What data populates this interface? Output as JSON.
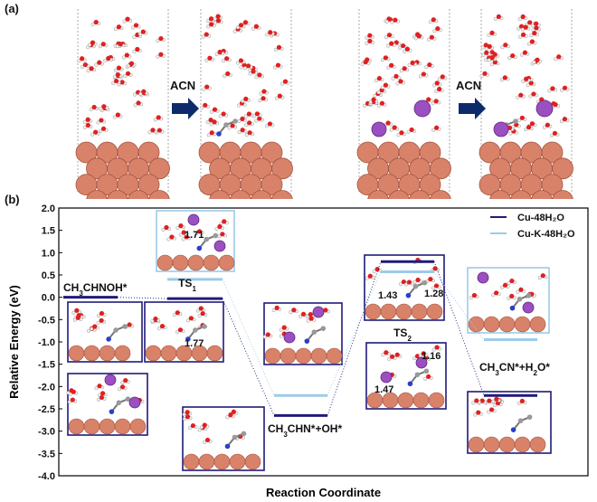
{
  "panel_a": {
    "tag": "(a)",
    "arrow_labels": [
      "ACN",
      "ACN"
    ],
    "structures": [
      {
        "name": "cu-water",
        "potassium": 0,
        "adsorbate": false
      },
      {
        "name": "cu-water-acn",
        "potassium": 0,
        "adsorbate": true
      },
      {
        "name": "cu-k-water",
        "potassium": 2,
        "adsorbate": false
      },
      {
        "name": "cu-k-water-acn",
        "potassium": 2,
        "adsorbate": true
      }
    ]
  },
  "panel_b": {
    "tag": "(b)",
    "colors": {
      "cu_48h2o": "#1f1a7a",
      "cu_k_48h2o": "#9ccbe8",
      "copper": "#d9826a",
      "potassium": "#9b4fc1",
      "oxygen": "#e02020",
      "nitrogen": "#2a3fc9",
      "hydrogen": "#f2f2f2"
    },
    "image_labels": {
      "ts1_dist": "1.71",
      "left_dist": "1.77",
      "ts2_dist_a": "1.43",
      "ts2_dist_b": "1.28",
      "ts2_dist_c": "1.16",
      "ts2_dist_d": "1.47"
    },
    "chart_data": {
      "type": "line",
      "xlabel": "Reaction Coordinate",
      "ylabel": "Relative Energy (eV)",
      "ylim": [
        -4.0,
        2.0
      ],
      "yticks": [
        "2.0",
        "1.5",
        "1.0",
        "0.5",
        "0.0",
        "-0.5",
        "-1.0",
        "-1.5",
        "-2.0",
        "-2.5",
        "-3.0",
        "-3.5",
        "-4.0"
      ],
      "legend": {
        "placement": "top-right",
        "entries": [
          "Cu-48H₂O",
          "Cu-K-48H₂O"
        ]
      },
      "states": [
        "CH₃CHNOH*",
        "TS₁",
        "CH₃CHN*+OH*",
        "TS₂",
        "CH₃CN*+H₂O*"
      ],
      "state_labels": [
        {
          "base": "CH",
          "sub1": "3",
          "rest": "CHNOH*"
        },
        {
          "base": "TS",
          "sub1": "1",
          "rest": ""
        },
        {
          "base": "CH",
          "sub1": "3",
          "rest": "CHN*+OH*"
        },
        {
          "base": "TS",
          "sub1": "2",
          "rest": ""
        },
        {
          "base": "CH",
          "sub1": "3",
          "rest": "CN*+H",
          "sub2": "2",
          "rest2": "O*"
        }
      ],
      "series": [
        {
          "name": "Cu-48H₂O",
          "values": [
            0.0,
            -0.03,
            -2.65,
            0.8,
            -2.2
          ]
        },
        {
          "name": "Cu-K-48H₂O",
          "values": [
            null,
            0.4,
            -2.2,
            0.57,
            -0.95
          ]
        }
      ]
    }
  }
}
